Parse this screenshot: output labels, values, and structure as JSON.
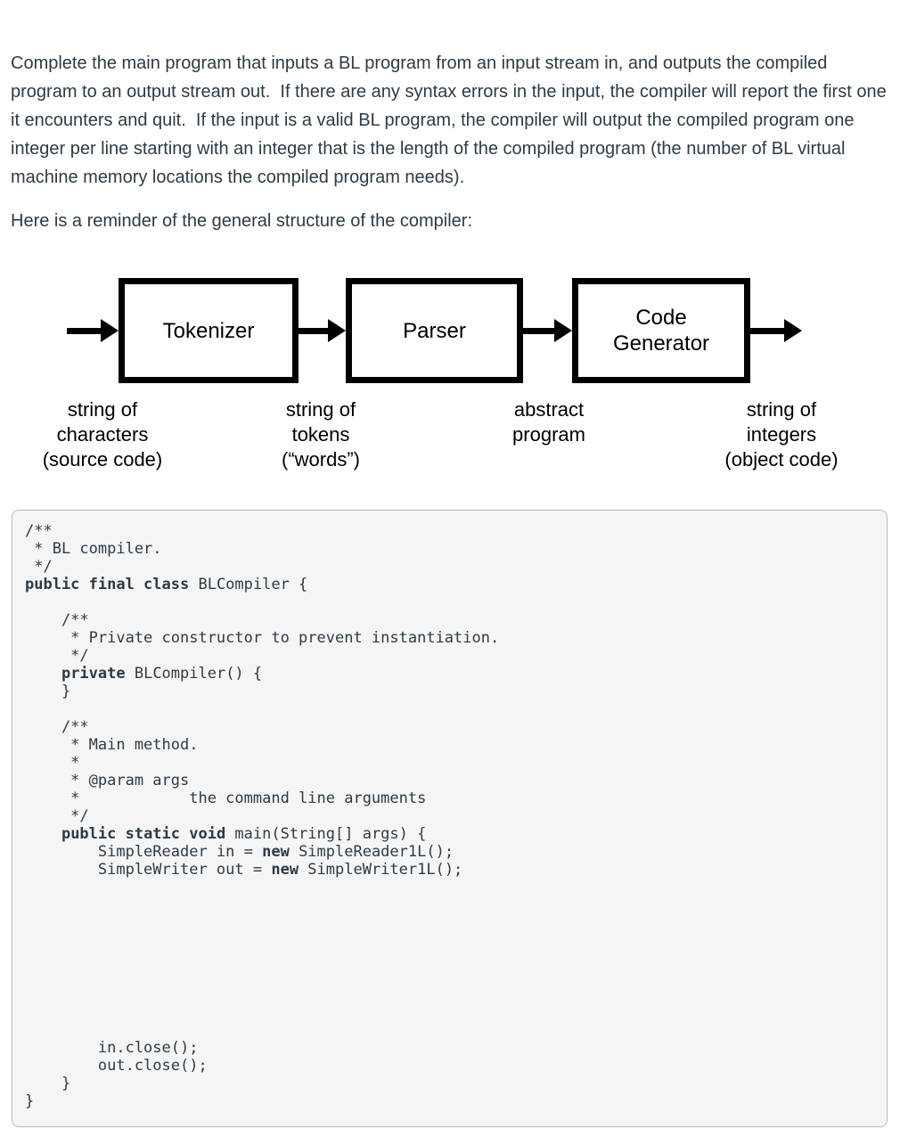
{
  "intro": {
    "paragraph1": "Complete the main program that inputs a BL program from an input stream in, and outputs the compiled program to an output stream out.  If there are any syntax errors in the input, the compiler will report the first one it encounters and quit.  If the input is a valid BL program, the compiler will output the compiled program one integer per line starting with an integer that is the length of the compiled program (the number of BL virtual machine memory locations the compiled program needs).",
    "paragraph2": "Here is a reminder of the general structure of the compiler:"
  },
  "diagram": {
    "boxes": [
      {
        "label": "Tokenizer"
      },
      {
        "label": "Parser"
      },
      {
        "label": "Code\nGenerator"
      }
    ],
    "flow_labels": [
      "string of\ncharacters\n(source code)",
      "string of\ntokens\n(“words”)",
      "abstract\nprogram",
      "string of\nintegers\n(object code)"
    ],
    "colors": {
      "line": "#000000",
      "box_fill": "#ffffff",
      "text": "#000000"
    }
  },
  "code_block": {
    "colors": {
      "background": "#f5f5f6",
      "border": "#b4bcc2",
      "text": "#2d3b45"
    },
    "lines": [
      [
        {
          "t": "/**"
        }
      ],
      [
        {
          "t": " * BL compiler."
        }
      ],
      [
        {
          "t": " */"
        }
      ],
      [
        {
          "t": "public final class",
          "b": true
        },
        {
          "t": " BLCompiler {"
        }
      ],
      [],
      [
        {
          "t": "    /**"
        }
      ],
      [
        {
          "t": "     * Private constructor to prevent instantiation."
        }
      ],
      [
        {
          "t": "     */"
        }
      ],
      [
        {
          "t": "    "
        },
        {
          "t": "private",
          "b": true
        },
        {
          "t": " BLCompiler() {"
        }
      ],
      [
        {
          "t": "    }"
        }
      ],
      [],
      [
        {
          "t": "    /**"
        }
      ],
      [
        {
          "t": "     * Main method."
        }
      ],
      [
        {
          "t": "     *"
        }
      ],
      [
        {
          "t": "     * @param args"
        }
      ],
      [
        {
          "t": "     *            the command line arguments"
        }
      ],
      [
        {
          "t": "     */"
        }
      ],
      [
        {
          "t": "    "
        },
        {
          "t": "public static void",
          "b": true
        },
        {
          "t": " main(String[] args) {"
        }
      ],
      [
        {
          "t": "        SimpleReader in = "
        },
        {
          "t": "new",
          "b": true
        },
        {
          "t": " SimpleReader1L();"
        }
      ],
      [
        {
          "t": "        SimpleWriter out = "
        },
        {
          "t": "new",
          "b": true
        },
        {
          "t": " SimpleWriter1L();"
        }
      ],
      [],
      [],
      [],
      [],
      [],
      [],
      [],
      [],
      [],
      [
        {
          "t": "        in.close();"
        }
      ],
      [
        {
          "t": "        out.close();"
        }
      ],
      [
        {
          "t": "    }"
        }
      ],
      [
        {
          "t": "}"
        }
      ]
    ]
  }
}
